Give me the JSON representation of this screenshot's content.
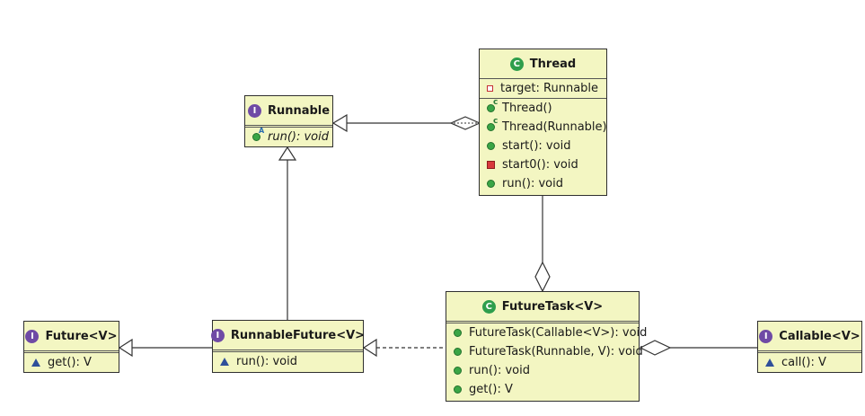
{
  "classes": {
    "thread": {
      "kind": "class",
      "kind_letter": "C",
      "name": "Thread",
      "fields": [
        {
          "icon": "private-field-icon",
          "text": "target: Runnable"
        }
      ],
      "methods": [
        {
          "icon": "constructor-icon",
          "text": "Thread()"
        },
        {
          "icon": "constructor-icon",
          "text": "Thread(Runnable)"
        },
        {
          "icon": "public-method-icon",
          "text": "start(): void"
        },
        {
          "icon": "private-method-icon",
          "text": "start0(): void"
        },
        {
          "icon": "public-method-icon",
          "text": "run(): void"
        }
      ]
    },
    "runnable": {
      "kind": "interface",
      "kind_letter": "I",
      "name": "Runnable",
      "methods": [
        {
          "icon": "abstract-method-icon",
          "text": "run(): void"
        }
      ]
    },
    "futuretask": {
      "kind": "class",
      "kind_letter": "C",
      "name": "FutureTask<V>",
      "methods": [
        {
          "icon": "public-method-icon",
          "text": "FutureTask(Callable<V>): void"
        },
        {
          "icon": "public-method-icon",
          "text": "FutureTask(Runnable, V): void"
        },
        {
          "icon": "public-method-icon",
          "text": "run(): void"
        },
        {
          "icon": "public-method-icon",
          "text": "get(): V"
        }
      ]
    },
    "future": {
      "kind": "interface",
      "kind_letter": "I",
      "name": "Future<V>",
      "methods": [
        {
          "icon": "protected-method-icon",
          "text": "get(): V"
        }
      ]
    },
    "runnablefuture": {
      "kind": "interface",
      "kind_letter": "I",
      "name": "RunnableFuture<V>",
      "methods": [
        {
          "icon": "protected-method-icon",
          "text": "run(): void"
        }
      ]
    },
    "callable": {
      "kind": "interface",
      "kind_letter": "I",
      "name": "Callable<V>",
      "methods": [
        {
          "icon": "protected-method-icon",
          "text": "call(): V"
        }
      ]
    }
  },
  "relations": [
    {
      "from": "thread",
      "to": "runnable",
      "type": "aggregation"
    },
    {
      "from": "runnablefuture",
      "to": "runnable",
      "type": "generalization"
    },
    {
      "from": "futuretask",
      "to": "thread",
      "type": "aggregation"
    },
    {
      "from": "runnablefuture",
      "to": "future",
      "type": "generalization"
    },
    {
      "from": "futuretask",
      "to": "runnablefuture",
      "type": "realization"
    },
    {
      "from": "futuretask",
      "to": "callable",
      "type": "aggregation"
    }
  ]
}
